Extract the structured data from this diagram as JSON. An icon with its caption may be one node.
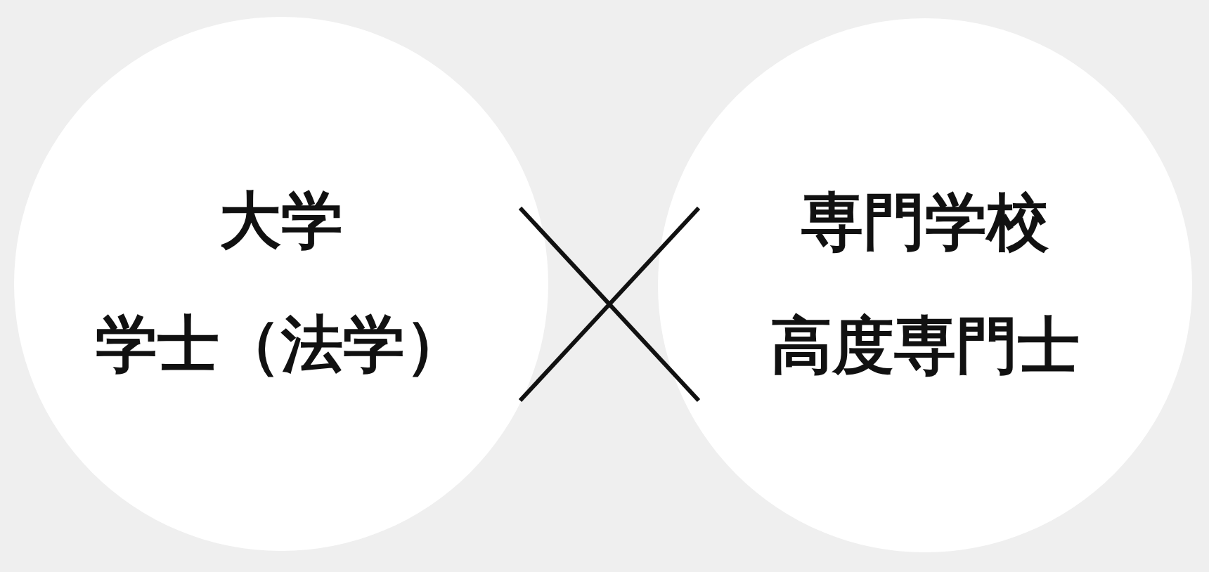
{
  "diagram": {
    "nodes": [
      {
        "text": [
          "大学",
          "学士（法学）"
        ]
      },
      {
        "text": [
          "専門学校",
          "高度専門士"
        ]
      }
    ]
  }
}
